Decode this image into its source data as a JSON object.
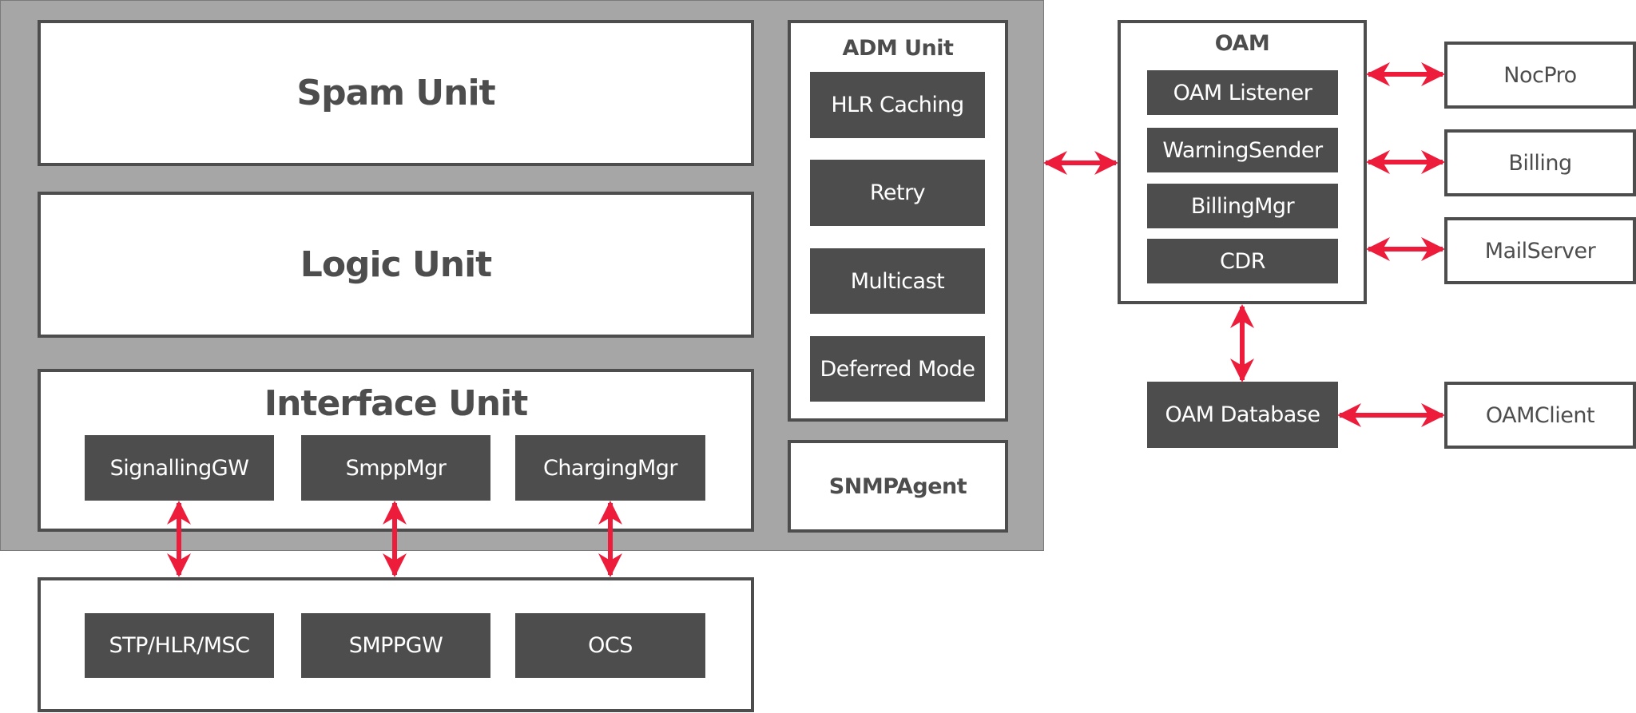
{
  "system": {
    "spam_unit": "Spam Unit",
    "logic_unit": "Logic Unit",
    "interface_unit": {
      "title": "Interface Unit",
      "modules": [
        "SignallingGW",
        "SmppMgr",
        "ChargingMgr"
      ]
    },
    "adm_unit": {
      "title": "ADM Unit",
      "modules": [
        "HLR Caching",
        "Retry",
        "Multicast",
        "Deferred Mode"
      ]
    },
    "snmp_agent": "SNMPAgent"
  },
  "external_network": {
    "modules": [
      "STP/HLR/MSC",
      "SMPPGW",
      "OCS"
    ]
  },
  "oam": {
    "title": "OAM",
    "modules": [
      "OAM Listener",
      "WarningSender",
      "BillingMgr",
      "CDR"
    ],
    "database": "OAM Database"
  },
  "external_systems": [
    "NocPro",
    "Billing",
    "MailServer",
    "OAMClient"
  ],
  "colors": {
    "container": "#a6a6a6",
    "box_border": "#4d4d4d",
    "module_fill": "#4d4d4d",
    "arrow": "#ed1c3a"
  }
}
